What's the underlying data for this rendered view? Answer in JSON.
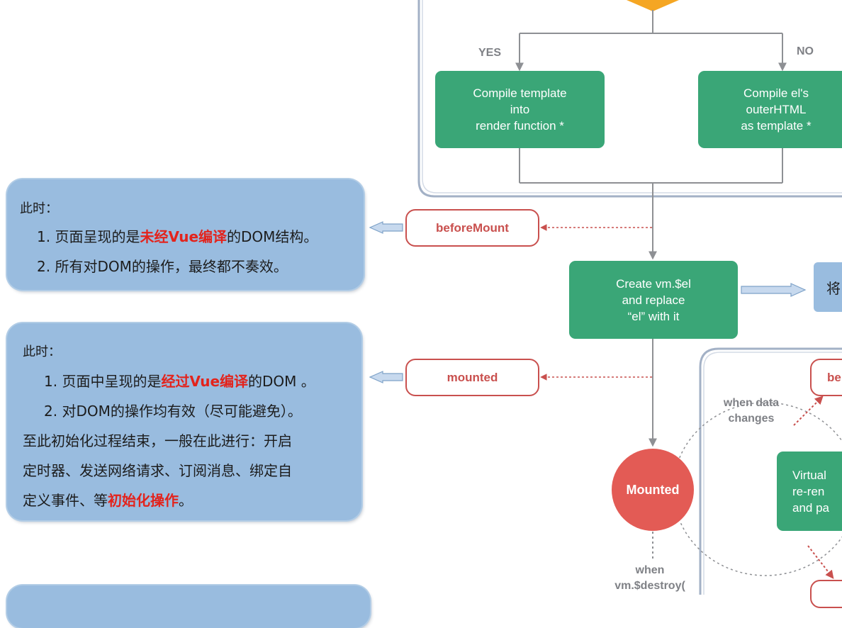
{
  "flow": {
    "yes_label": "YES",
    "no_label": "NO",
    "compile_template_lines": [
      "Compile template",
      "into",
      "render function *"
    ],
    "compile_el_lines": [
      "Compile el's",
      "outerHTML",
      "as template *"
    ],
    "create_el_lines": [
      "Create vm.$el",
      "and replace",
      "“el” with it"
    ],
    "mounted_circle": "Mounted",
    "when_data_changes_lines": [
      "when data",
      "changes"
    ],
    "virtual_dom_lines": [
      "Virtual",
      "re-ren",
      "and pa"
    ],
    "when_destroy_lines": [
      "when",
      "vm.$destroy("
    ],
    "before_update_partial": "be",
    "side_box_partial": "将"
  },
  "hooks": {
    "before_mount": "beforeMount",
    "mounted": "mounted"
  },
  "notes": {
    "before_mount": {
      "heading": "此时：",
      "line1": {
        "prefix": "1. 页面呈现的是",
        "emphasis": "未经Vue编译",
        "suffix": "的DOM结构。"
      },
      "line2": "2. 所有对DOM的操作，最终都不奏效。"
    },
    "mounted": {
      "heading": "此时：",
      "line1": {
        "prefix": "1. 页面中呈现的是",
        "emphasis": "经过Vue编译",
        "suffix": "的DOM 。"
      },
      "line2": "2. 对DOM的操作均有效（尽可能避免）。",
      "line3": "至此初始化过程结束，一般在此进行：开启",
      "line4": "定时器、发送网络请求、订阅消息、绑定自",
      "line5": {
        "prefix": "定义事件、等",
        "emphasis": "初始化操作",
        "suffix": "。"
      }
    }
  },
  "colors": {
    "green_box": "#3aa677",
    "hook_red": "#c9504e",
    "mounted_circle": "#e35b55",
    "note_blue": "#99bcdf",
    "emphasis_red": "#e3231c",
    "diamond_orange": "#f5a623"
  }
}
